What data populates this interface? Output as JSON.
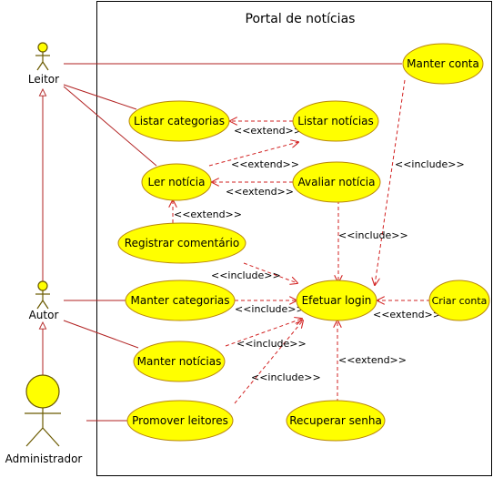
{
  "system": {
    "title": "Portal de notícias"
  },
  "actors": {
    "leitor": "Leitor",
    "autor": "Autor",
    "administrador": "Administrador"
  },
  "use_cases": {
    "manter_conta": "Manter conta",
    "listar_categorias": "Listar categorias",
    "listar_noticias": "Listar notícias",
    "ler_noticia": "Ler notícia",
    "avaliar_noticia": "Avaliar notícia",
    "registrar_comentario": "Registrar comentário",
    "manter_categorias": "Manter categorias",
    "efetuar_login": "Efetuar login",
    "criar_conta": "Criar conta",
    "manter_noticias": "Manter notícias",
    "promover_leitores": "Promover leitores",
    "recuperar_senha": "Recuperar senha"
  },
  "relations": {
    "extend_listar": "<<extend>>",
    "extend_ler_listar": "<<extend>>",
    "extend_avaliar_ler": "<<extend>>",
    "extend_registrar_ler": "<<extend>>",
    "include_manter_conta": "<<include>>",
    "include_avaliar": "<<include>>",
    "include_registrar": "<<include>>",
    "include_manter_categorias": "<<include>>",
    "extend_criar_conta": "<<extend>>",
    "include_manter_noticias": "<<include>>",
    "include_promover": "<<include>>",
    "extend_recuperar": "<<extend>>"
  }
}
